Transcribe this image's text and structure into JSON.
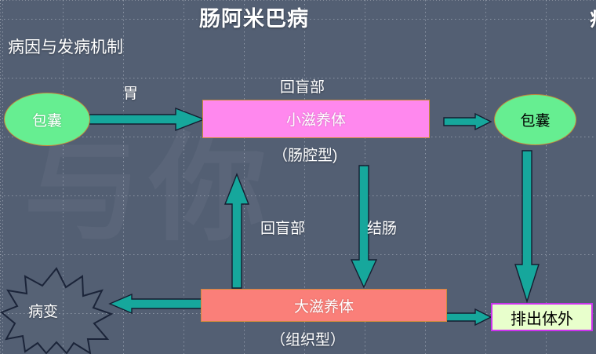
{
  "slide": {
    "title": "肠阿米巴病",
    "title_clipped_right": "病",
    "section_heading": "病因与发病机制",
    "watermark": "与你"
  },
  "colors": {
    "background": "#535f73",
    "arrow": "#16a79c",
    "arrow_outline": "#151d30",
    "ellipse_fill": "#66ee91",
    "ellipse_border": "#c48a3a",
    "small_troph_fill": "#ff88ee",
    "large_troph_fill": "#fa7f79",
    "node_border": "#d08a3c",
    "exit_fill": "#e8ffcc",
    "exit_border": "#cc33ee",
    "text_white": "#ffffff",
    "text_black": "#000000"
  },
  "nodes": [
    {
      "id": "cyst_in",
      "label": "包囊",
      "shape": "ellipse"
    },
    {
      "id": "small_troph",
      "label": "小滋养体",
      "shape": "rect",
      "caption": "（肠腔型)"
    },
    {
      "id": "cyst_out",
      "label": "包囊",
      "shape": "ellipse"
    },
    {
      "id": "large_troph",
      "label": "大滋养体",
      "shape": "rect",
      "caption": "（组织型）"
    },
    {
      "id": "lesion",
      "label": "病变",
      "shape": "star"
    },
    {
      "id": "excreted",
      "label": "排出体外",
      "shape": "rect"
    }
  ],
  "edge_labels": {
    "stomach": "胃",
    "ileocecum_top": "回盲部",
    "ileocecum_up": "回盲部",
    "colon": "结肠"
  }
}
